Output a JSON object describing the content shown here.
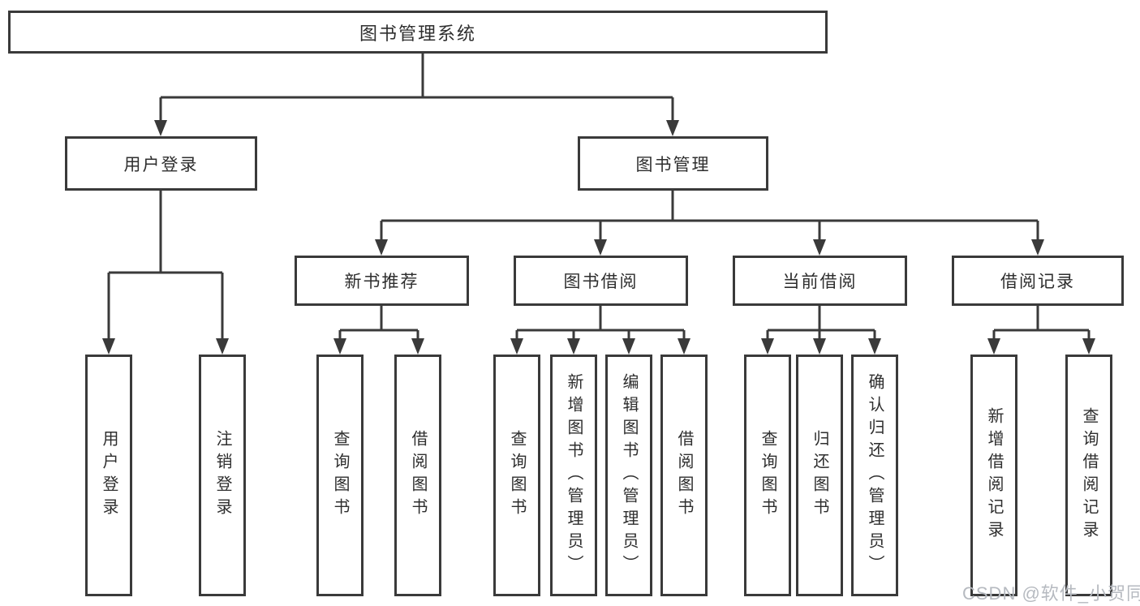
{
  "tree": {
    "label": "图书管理系统",
    "children": [
      {
        "label": "用户登录",
        "children": [
          {
            "label": "用户登录"
          },
          {
            "label": "注销登录"
          }
        ]
      },
      {
        "label": "图书管理",
        "children": [
          {
            "label": "新书推荐",
            "children": [
              {
                "label": "查询图书"
              },
              {
                "label": "借阅图书"
              }
            ]
          },
          {
            "label": "图书借阅",
            "children": [
              {
                "label": "查询图书"
              },
              {
                "label": "新增图书（管理员）"
              },
              {
                "label": "编辑图书（管理员）"
              },
              {
                "label": "借阅图书"
              }
            ]
          },
          {
            "label": "当前借阅",
            "children": [
              {
                "label": "查询图书"
              },
              {
                "label": "归还图书"
              },
              {
                "label": "确认归还（管理员）"
              }
            ]
          },
          {
            "label": "借阅记录",
            "children": [
              {
                "label": "新增借阅记录"
              },
              {
                "label": "查询借阅记录"
              }
            ]
          }
        ]
      }
    ]
  },
  "watermark": {
    "text": "CSDN @软件_小贺同学",
    "color": "#b6bac0"
  },
  "colors": {
    "line": "#3a3a3a",
    "text": "#2e2e2e",
    "background": "#ffffff"
  }
}
